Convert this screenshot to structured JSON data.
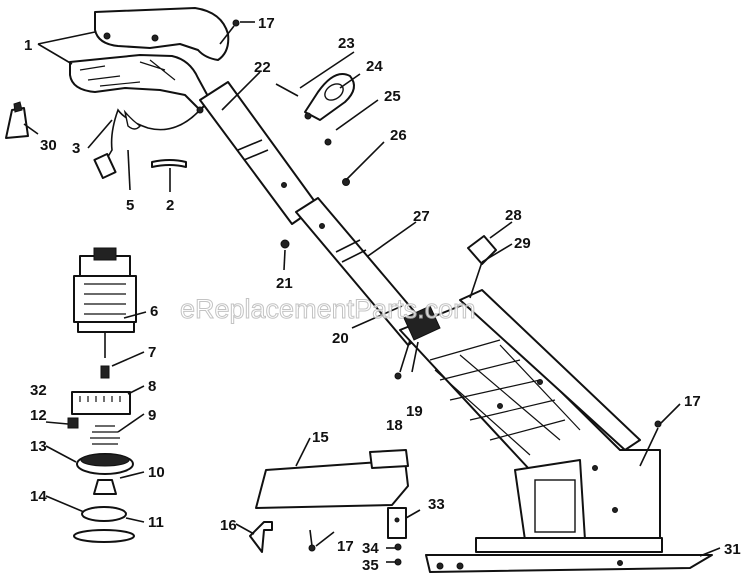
{
  "watermark": "eReplacementParts.com",
  "callouts": {
    "c1": "1",
    "c2": "2",
    "c3": "3",
    "c5": "5",
    "c6": "6",
    "c7": "7",
    "c8": "8",
    "c9": "9",
    "c10": "10",
    "c11": "11",
    "c12": "12",
    "c13": "13",
    "c14": "14",
    "c15": "15",
    "c16": "16",
    "c17a": "17",
    "c17b": "17",
    "c17c": "17",
    "c18": "18",
    "c19": "19",
    "c20": "20",
    "c21": "21",
    "c22": "22",
    "c23": "23",
    "c24": "24",
    "c25": "25",
    "c26": "26",
    "c27": "27",
    "c28": "28",
    "c29": "29",
    "c30": "30",
    "c31": "31",
    "c32": "32",
    "c33": "33",
    "c34": "34",
    "c35": "35"
  },
  "colors": {
    "ink": "#111111",
    "paper": "#ffffff",
    "watermark": "#b9b9b9"
  }
}
